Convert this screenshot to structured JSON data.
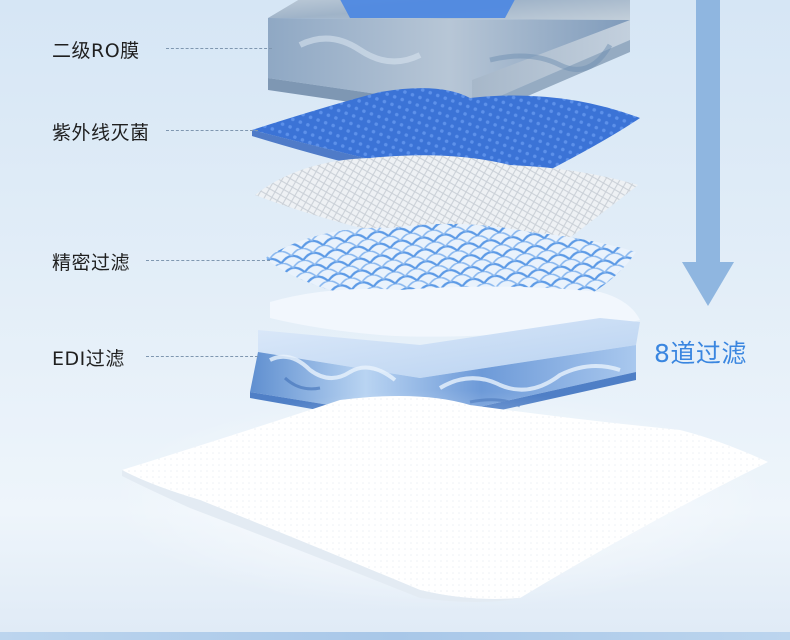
{
  "layers": {
    "ro_membrane_label": "二级RO膜",
    "uv_sterilization_label": "紫外线灭菌",
    "precision_filter_label": "精密过滤",
    "edi_filter_label": "EDI过滤"
  },
  "filter_count_label": "8道过滤",
  "colors": {
    "accent_blue": "#3a86e0",
    "arrow_blue": "#8fb6e0",
    "mesh_blue": "#3b73d6"
  }
}
